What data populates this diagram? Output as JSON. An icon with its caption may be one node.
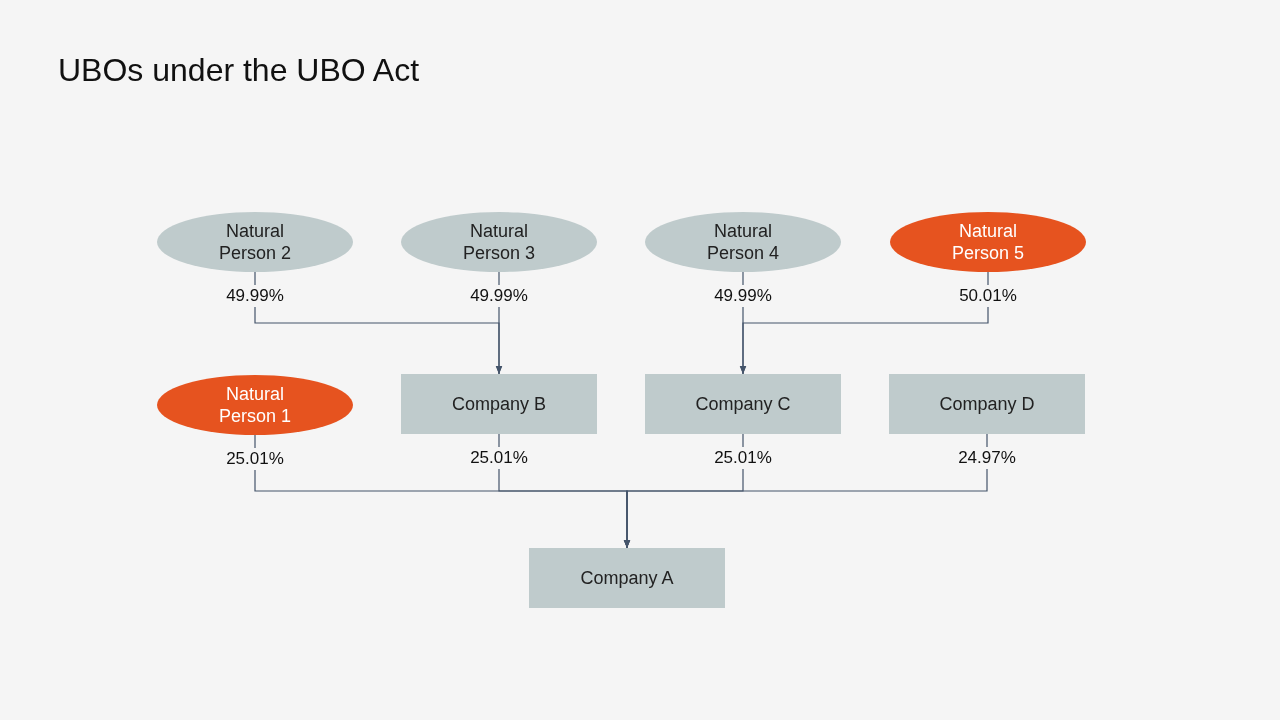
{
  "diagram": {
    "title": "UBOs under the UBO Act",
    "nodes": [
      {
        "text": [
          "Natural Person 2"
        ]
      },
      {
        "text": [
          "Natural Person 3"
        ]
      },
      {
        "text": [
          "Natural Person 4"
        ]
      },
      {
        "text": [
          "Natural Person 5"
        ]
      },
      {
        "text": [
          "Natural Person 1"
        ]
      },
      {
        "text": [
          "Company B"
        ]
      },
      {
        "text": [
          "Company C"
        ]
      },
      {
        "text": [
          "Company D"
        ]
      },
      {
        "text": [
          "Company A"
        ]
      }
    ],
    "edges": [
      {
        "from": 0,
        "to": 5,
        "arrow": "to",
        "label": "49.99%"
      },
      {
        "from": 1,
        "to": 5,
        "arrow": "to",
        "label": "49.99%"
      },
      {
        "from": 2,
        "to": 6,
        "arrow": "to",
        "label": "49.99%"
      },
      {
        "from": 3,
        "to": 6,
        "arrow": "to",
        "label": "50.01%"
      },
      {
        "from": 4,
        "to": 8,
        "arrow": "to",
        "label": "25.01%"
      },
      {
        "from": 5,
        "to": 8,
        "arrow": "to",
        "label": "25.01%"
      },
      {
        "from": 6,
        "to": 8,
        "arrow": "to",
        "label": "25.01%"
      },
      {
        "from": 7,
        "to": 8,
        "arrow": "to",
        "label": "24.97%"
      }
    ]
  }
}
